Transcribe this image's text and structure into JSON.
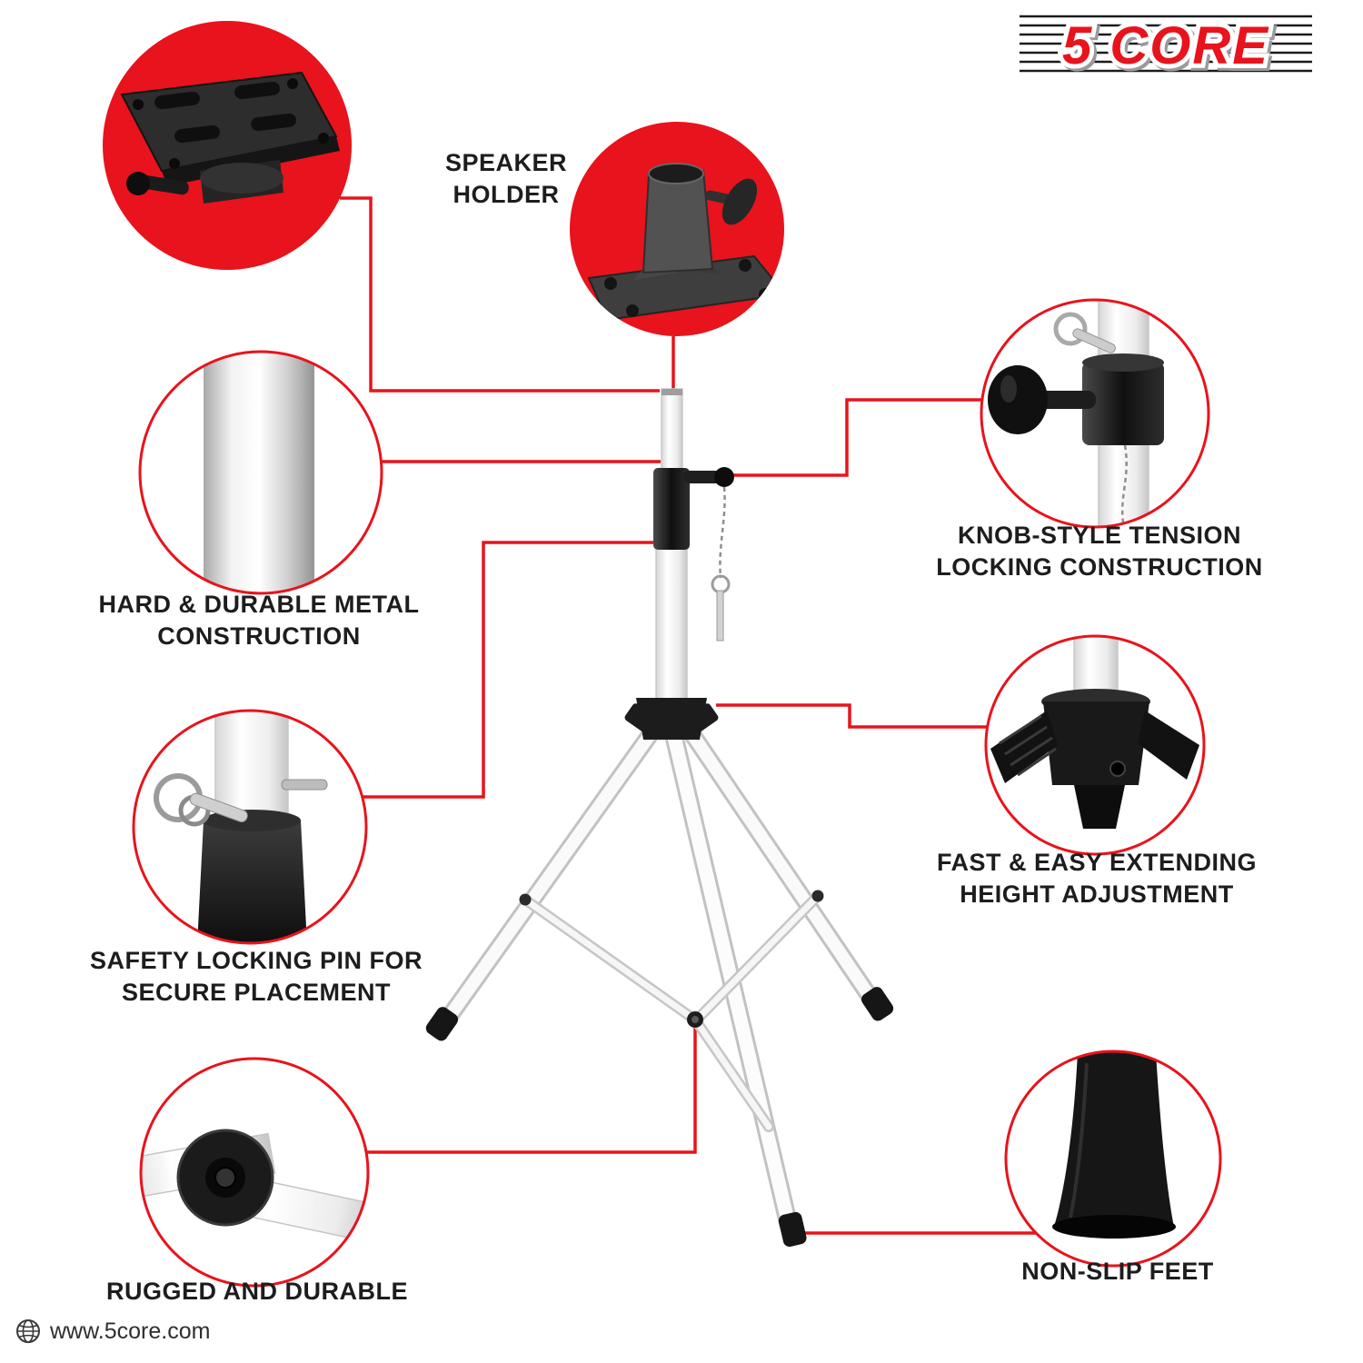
{
  "brand": {
    "logo": "5 CORE",
    "website": "www.5core.com"
  },
  "colors": {
    "accent_red": "#e8131c",
    "part_black": "#1a1a1a",
    "metal_gray": "#c9c9c9",
    "label_text": "#1d1d1f"
  },
  "callouts": {
    "speaker_holder": {
      "label": "SPEAKER HOLDER"
    },
    "metal_construction": {
      "label": "HARD & DURABLE METAL CONSTRUCTION"
    },
    "safety_pin": {
      "label": "SAFETY LOCKING PIN FOR SECURE PLACEMENT"
    },
    "rugged": {
      "label": "RUGGED AND DURABLE"
    },
    "tension_knob": {
      "label": "KNOB-STYLE TENSION LOCKING CONSTRUCTION"
    },
    "height_adjustment": {
      "label": "FAST & EASY EXTENDING HEIGHT ADJUSTMENT"
    },
    "non_slip_feet": {
      "label": "NON-SLIP FEET"
    }
  }
}
